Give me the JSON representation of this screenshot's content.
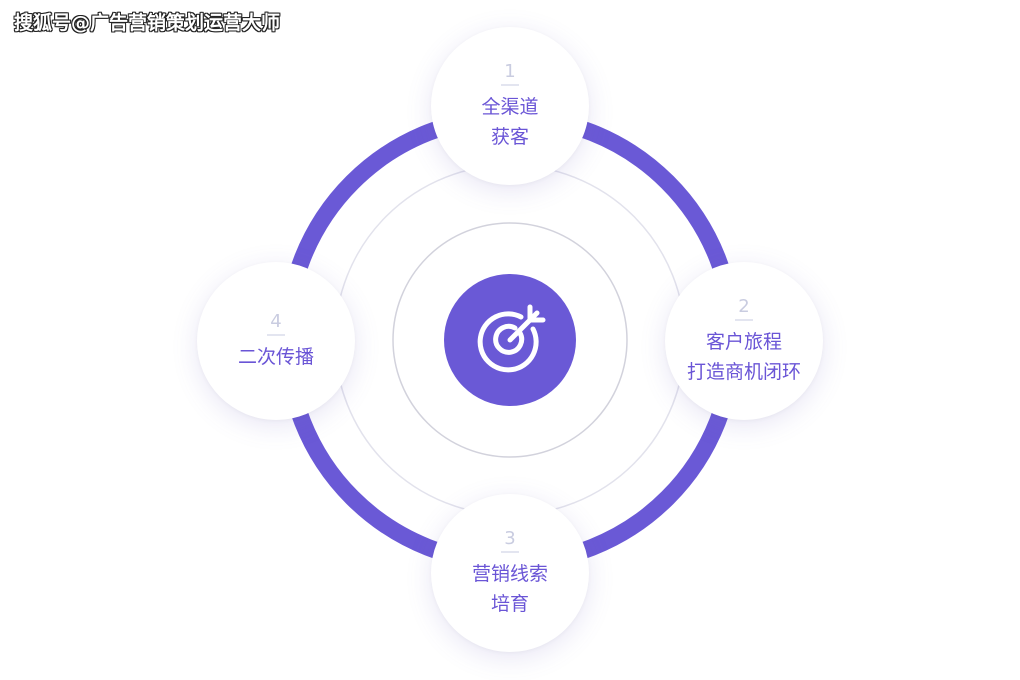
{
  "watermark": "搜狐号@广告营销策划运营大师",
  "colors": {
    "accent": "#6a59d6",
    "text_accent": "#6a55d6",
    "thin_ring": "#e2e2ec",
    "inner_ring": "#d2d2dc"
  },
  "center": {
    "icon": "target-arrow-icon"
  },
  "steps": [
    {
      "number": "1",
      "lines": [
        "全渠道",
        "获客"
      ]
    },
    {
      "number": "2",
      "lines": [
        "客户旅程",
        "打造商机闭环"
      ]
    },
    {
      "number": "3",
      "lines": [
        "营销线索",
        "培育"
      ]
    },
    {
      "number": "4",
      "lines": [
        "二次传播"
      ]
    }
  ]
}
